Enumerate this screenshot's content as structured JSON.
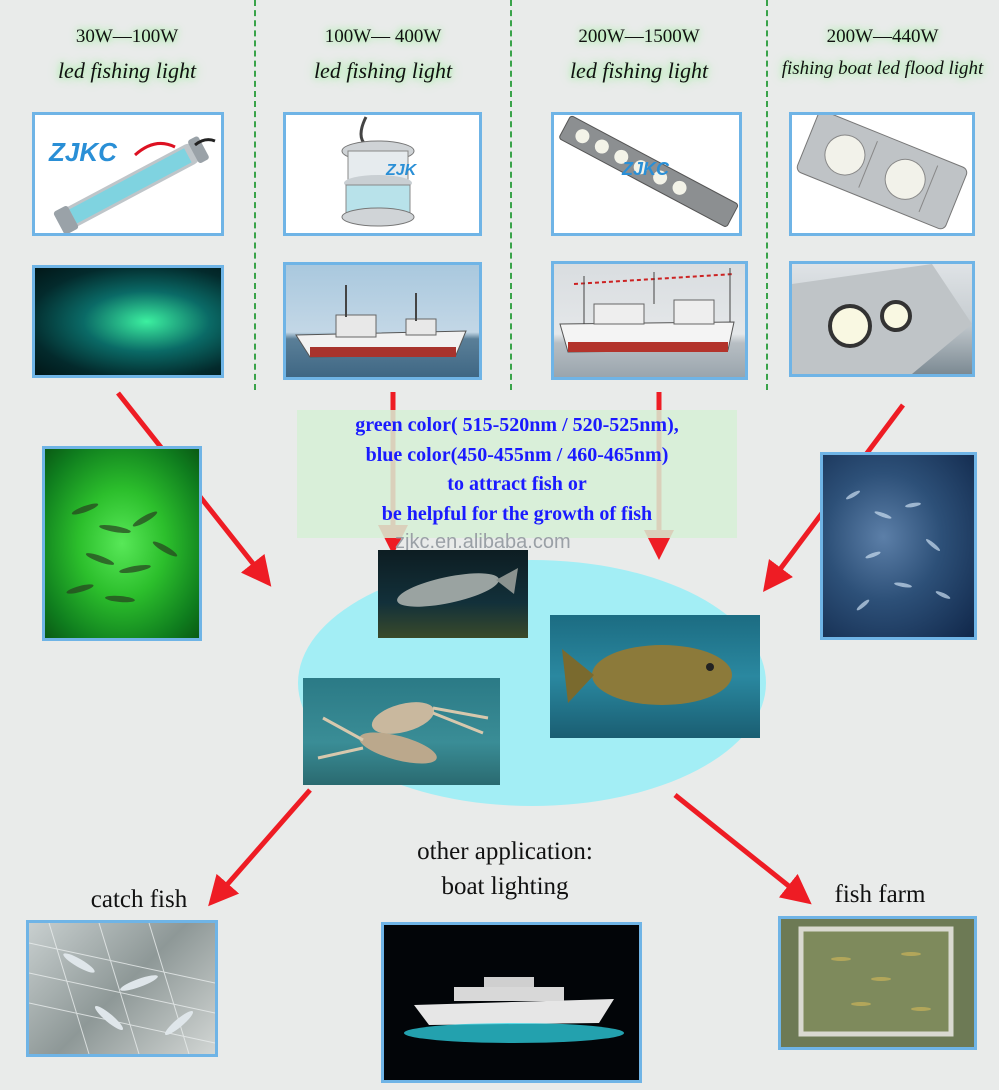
{
  "columns": [
    {
      "power": "30W—100W",
      "title": "led fishing light"
    },
    {
      "power": "100W— 400W",
      "title": "led fishing light"
    },
    {
      "power": "200W—1500W",
      "title": "led fishing light"
    },
    {
      "power": "200W—440W",
      "title": "fishing boat led flood light"
    }
  ],
  "logo_text": "ZJKC",
  "info": {
    "line1": "green color( 515-520nm / 520-525nm),",
    "line2": "blue color(450-455nm / 460-465nm)",
    "line3": "to attract fish or",
    "line4": "be helpful for the growth of fish"
  },
  "watermark": "zjkc.en.alibaba.com",
  "captions": {
    "catch": "catch fish",
    "other1": "other application:",
    "other2": "boat lighting",
    "farm": "fish farm"
  },
  "colors": {
    "frame_border": "#6fb4e6",
    "arrow": "#ee1c24",
    "info_text": "#1a1aff",
    "ellipse": "#a3eef5",
    "divider": "#3aa34a"
  }
}
